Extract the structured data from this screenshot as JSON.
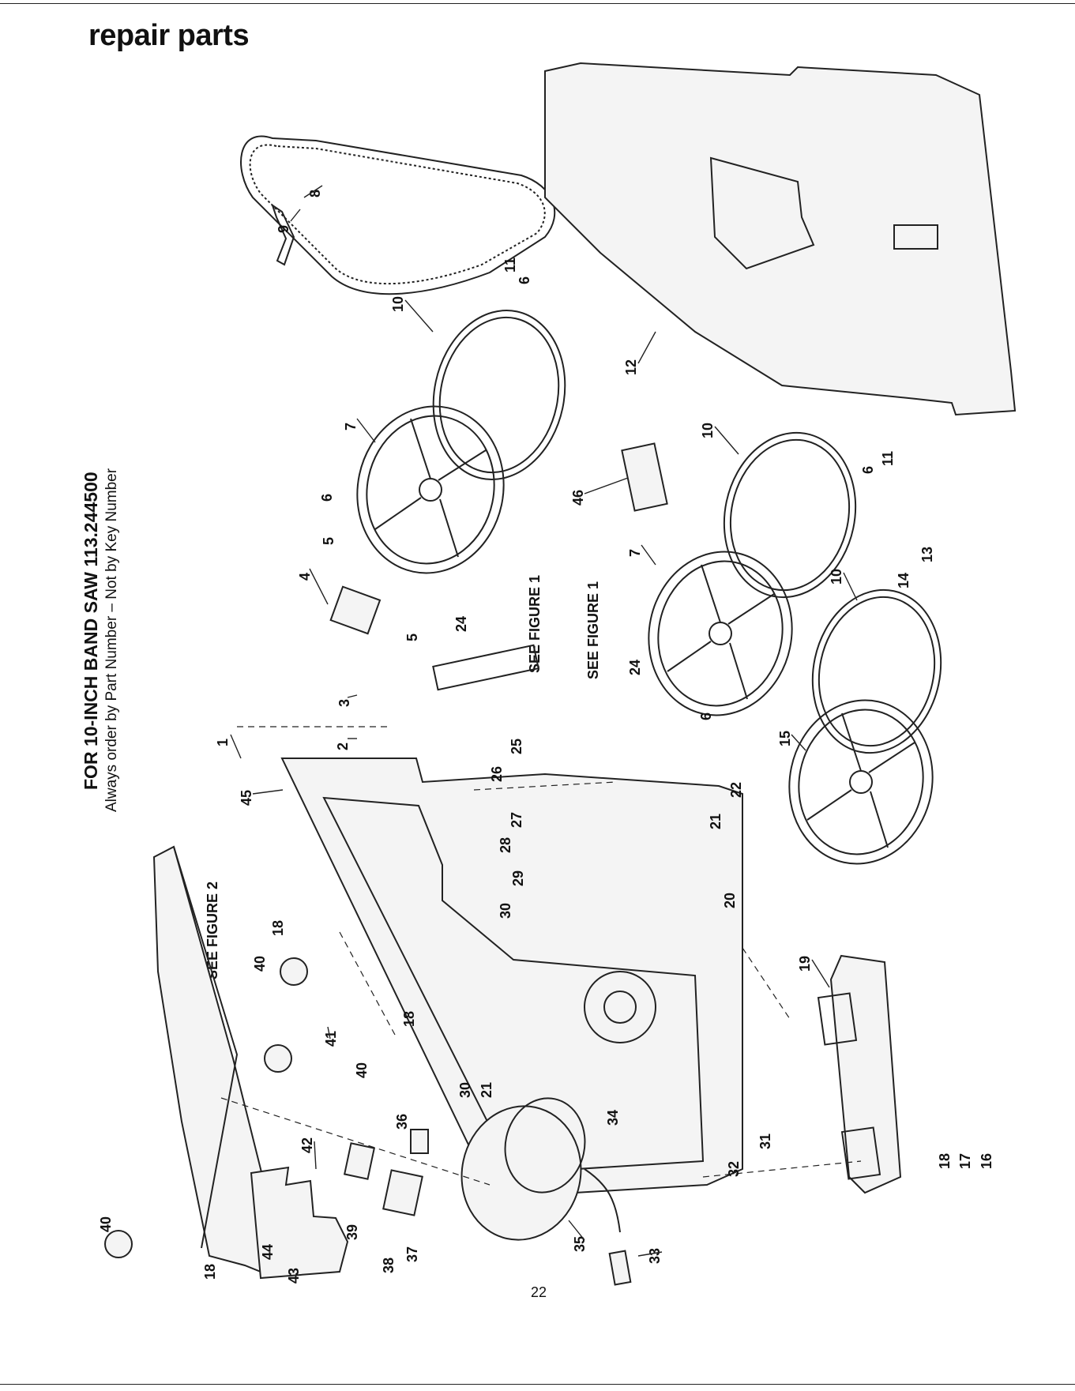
{
  "page": {
    "title": "repair parts",
    "heading": "FOR 10-INCH BAND SAW 113.244500",
    "subheading": "Always order by Part Number – Not by Key Number",
    "page_number": "22"
  },
  "references": {
    "figure2": "SEE FIGURE 2",
    "figure1_upper": "SEE FIGURE 1",
    "figure1_lower": "SEE FIGURE 1"
  },
  "callouts": {
    "c1": "1",
    "c2": "2",
    "c3": "3",
    "c4": "4",
    "c5a": "5",
    "c5b": "5",
    "c6a": "6",
    "c6b": "6",
    "c6c": "6",
    "c6d": "6",
    "c7a": "7",
    "c7b": "7",
    "c8": "8",
    "c9": "9",
    "c10a": "10",
    "c10b": "10",
    "c10c": "10",
    "c11a": "11",
    "c11b": "11",
    "c12": "12",
    "c13": "13",
    "c14": "14",
    "c15": "15",
    "c16": "16",
    "c17": "17",
    "c18a": "18",
    "c18b": "18",
    "c18c": "18",
    "c18d": "18",
    "c19": "19",
    "c20": "20",
    "c21a": "21",
    "c21b": "21",
    "c22": "22",
    "c24a": "24",
    "c24b": "24",
    "c25": "25",
    "c26": "26",
    "c27": "27",
    "c28": "28",
    "c29": "29",
    "c30a": "30",
    "c30b": "30",
    "c31": "31",
    "c32": "32",
    "c33": "33",
    "c34": "34",
    "c35": "35",
    "c36": "36",
    "c37": "37",
    "c38": "38",
    "c39": "39",
    "c40a": "40",
    "c40b": "40",
    "c40c": "40",
    "c41": "41",
    "c42": "42",
    "c43": "43",
    "c44": "44",
    "c45": "45",
    "c46": "46"
  }
}
